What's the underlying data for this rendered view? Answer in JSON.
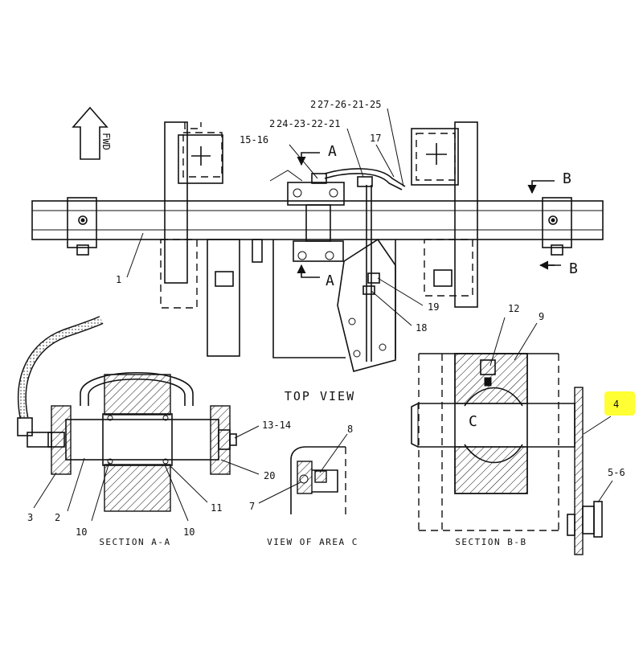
{
  "orientation": {
    "label": "FWD"
  },
  "views": {
    "top": "TOP VIEW",
    "section_a": "SECTION A-A",
    "area_c": "VIEW OF AREA C",
    "section_b": "SECTION B-B"
  },
  "section_markers": {
    "a": "A",
    "b": "B",
    "c": "C"
  },
  "callouts": {
    "c1": "1",
    "c2": "2",
    "c3": "3",
    "c4": "4",
    "c56": "5-6",
    "c7": "7",
    "c8": "8",
    "c9": "9",
    "c10a": "10",
    "c10b": "10",
    "c11": "11",
    "c12": "12",
    "c1314": "13-14",
    "c1516": "15-16",
    "c17": "17",
    "c18": "18",
    "c19": "19",
    "c20": "20",
    "c2421": "24-23-22-21",
    "c2725": "27-26-21-25",
    "pre1": "2",
    "pre2": "2"
  },
  "highlight": {
    "callout": "4",
    "color": "#ffff33"
  }
}
